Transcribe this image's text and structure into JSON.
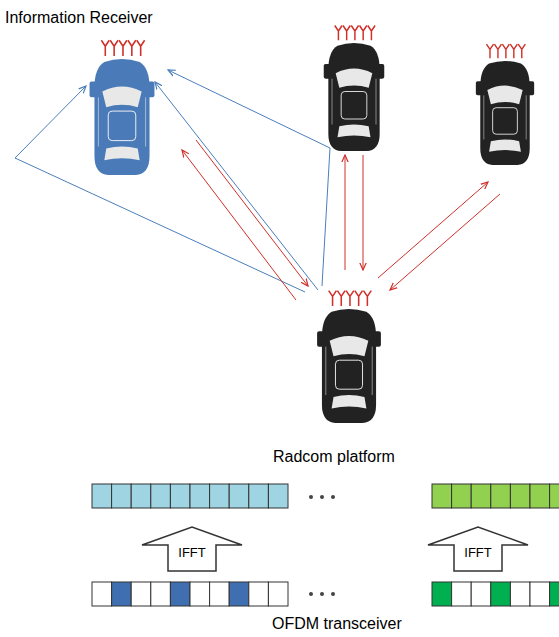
{
  "diagram": {
    "nodes": [
      {
        "text": [
          "IFFT"
        ]
      },
      {
        "text": [
          "IFFT"
        ]
      }
    ],
    "labels": [
      "Information Receiver",
      "Radcom platform",
      "OFDM transceiver"
    ]
  }
}
